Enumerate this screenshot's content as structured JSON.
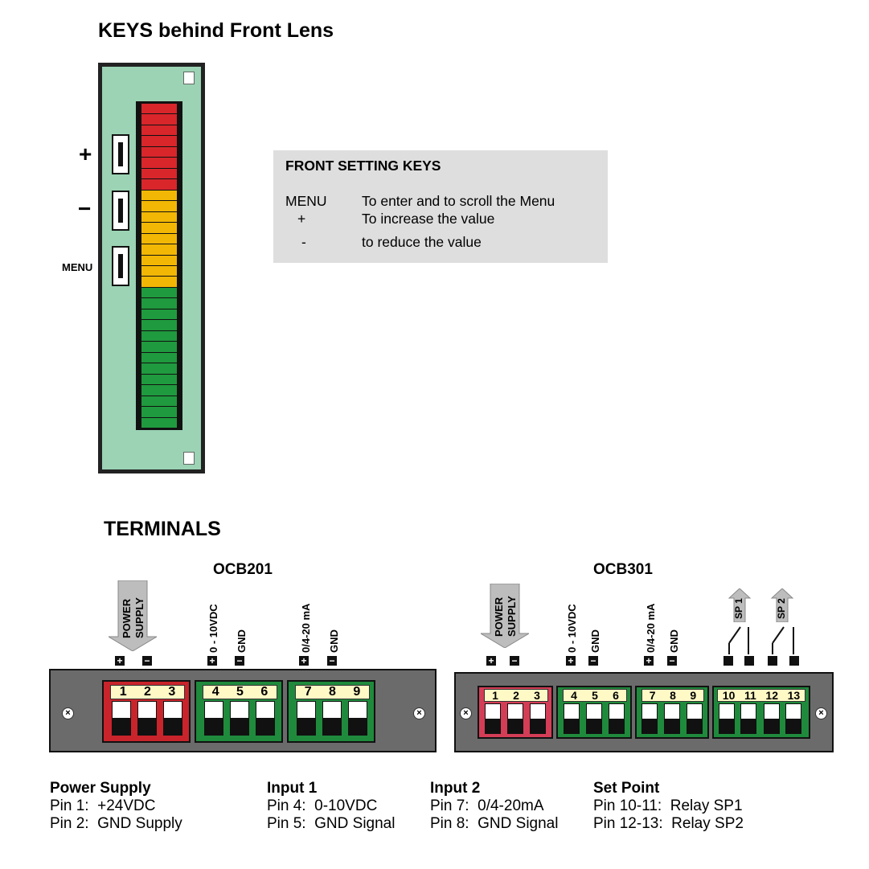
{
  "keys_heading": "KEYS behind Front Lens",
  "keys": {
    "plus": "+",
    "minus": "−",
    "menu": "MENU"
  },
  "bargraph": {
    "red_segments": 8,
    "yellow_segments": 9,
    "green_segments": 13,
    "colors": {
      "red": "#d8262b",
      "yellow": "#f2b705",
      "green": "#1f9a3e"
    }
  },
  "front_setting_keys": {
    "title": "FRONT SETTING KEYS",
    "rows": [
      {
        "key": "MENU",
        "desc": "To enter and to scroll the Menu"
      },
      {
        "key": "+",
        "desc": "To increase the value"
      },
      {
        "key": "-",
        "desc": "to reduce the value"
      }
    ]
  },
  "terminals_heading": "TERMINALS",
  "ocb201": {
    "title": "OCB201",
    "power_label": "POWER SUPPLY",
    "power_line1": "POWER",
    "power_line2": "SUPPLY",
    "input1_label_pos": "0 - 10VDC",
    "input1_label_neg": "GND",
    "input2_label_pos": "0/4-20 mA",
    "input2_label_neg": "GND",
    "blocks": [
      [
        "1",
        "2",
        "3"
      ],
      [
        "4",
        "5",
        "6"
      ],
      [
        "7",
        "8",
        "9"
      ]
    ]
  },
  "ocb301": {
    "title": "OCB301",
    "power_line1": "POWER",
    "power_line2": "SUPPLY",
    "input1_label_pos": "0 - 10VDC",
    "input1_label_neg": "GND",
    "input2_label_pos": "0/4-20 mA",
    "input2_label_neg": "GND",
    "sp1": "SP 1",
    "sp2": "SP 2",
    "blocks": [
      [
        "1",
        "2",
        "3"
      ],
      [
        "4",
        "5",
        "6"
      ],
      [
        "7",
        "8",
        "9"
      ],
      [
        "10",
        "11",
        "12",
        "13"
      ]
    ]
  },
  "legend": [
    {
      "title": "Power Supply",
      "lines": [
        "Pin 1:  +24VDC",
        "Pin 2:  GND Supply"
      ]
    },
    {
      "title": "Input 1",
      "lines": [
        "Pin 4:  0-10VDC",
        "Pin 5:  GND Signal"
      ]
    },
    {
      "title": "Input 2",
      "lines": [
        "Pin 7:  0/4-20mA",
        "Pin 8:  GND Signal"
      ]
    },
    {
      "title": "Set Point",
      "lines": [
        "Pin 10-11:  Relay SP1",
        "Pin 12-13:  Relay SP2"
      ]
    }
  ]
}
